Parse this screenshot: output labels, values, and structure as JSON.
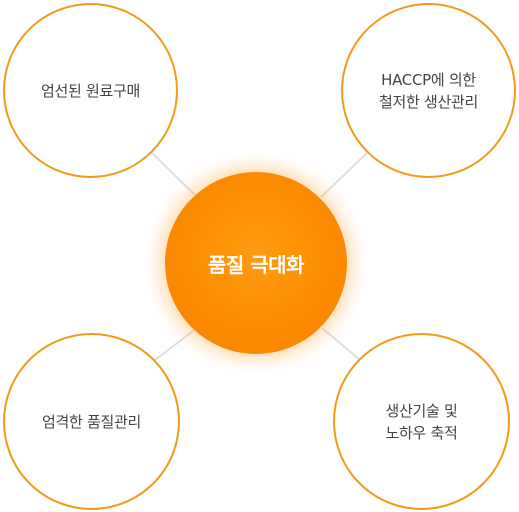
{
  "center": {
    "label": "품질 극대화"
  },
  "nodes": {
    "top_left": "엄선된 원료구매",
    "top_right": "HACCP에 의한\n철저한 생산관리",
    "bottom_left": "엄격한 품질관리",
    "bottom_right": "생산기술 및\n노하우 축적"
  },
  "colors": {
    "accent": "#f39a1d",
    "center_fill": "#fb8a00",
    "connector": "#dddddd",
    "text": "#444444"
  }
}
